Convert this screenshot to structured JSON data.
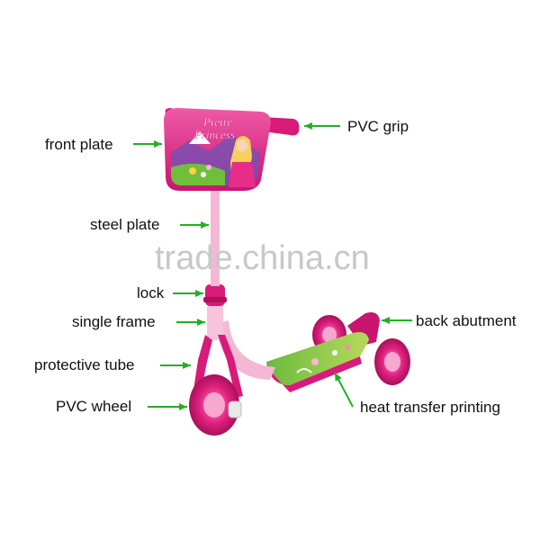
{
  "labels": {
    "front_plate": "front plate",
    "pvc_grip": "PVC grip",
    "steel_plate": "steel plate",
    "lock": "lock",
    "single_frame": "single frame",
    "back_abutment": "back abutment",
    "protective_tube": "protective tube",
    "pvc_wheel": "PVC wheel",
    "heat_transfer_printing": "heat transfer printing"
  },
  "plate_text": {
    "line1": "Pretty",
    "line2": "Princess"
  },
  "watermark": "trade.china.cn",
  "colors": {
    "arrow": "#22b022",
    "pink_dark": "#d81b78",
    "pink_light": "#f4b8d4",
    "deck_green": "#5cae3a"
  }
}
